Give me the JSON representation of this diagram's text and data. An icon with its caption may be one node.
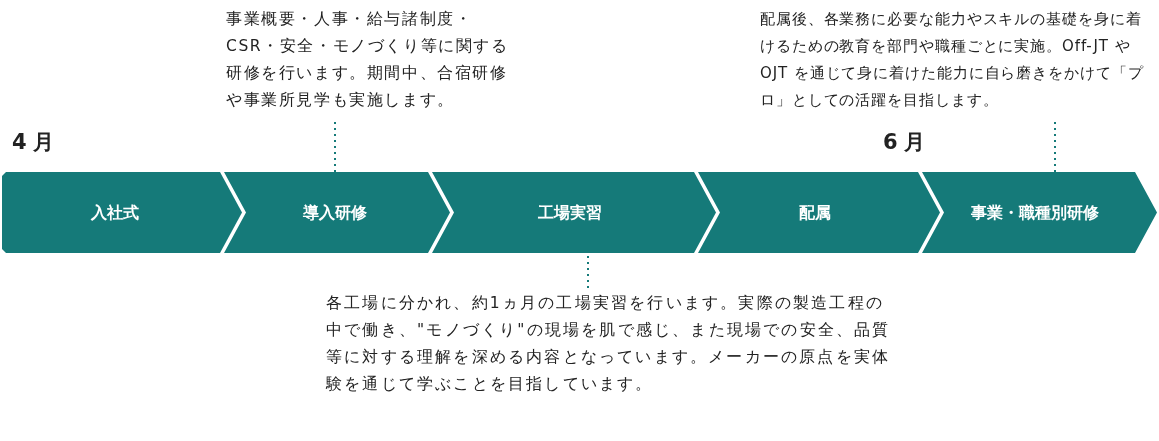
{
  "diagram": {
    "nodes": [
      {
        "text": [
          "入社式"
        ]
      },
      {
        "text": [
          "導入研修"
        ]
      },
      {
        "text": [
          "工場実習"
        ]
      },
      {
        "text": [
          "配属"
        ]
      },
      {
        "text": [
          "事業・職種別研修"
        ]
      },
      {
        "text": [
          "事業概要・人事・給与諸制度・CSR・安全・モノづくり等に関する研修を行います。期間中、合宿研修や事業所見学も実施します。"
        ]
      },
      {
        "text": [
          "配属後、各業務に必要な能力やスキルの基礎を身に着けるための教育を部門や職種ごとに実施。Off-JT や OJT を通じて身に着けた能力に自ら磨きをかけて「プロ」としての活躍を目指します。"
        ]
      },
      {
        "text": [
          "各工場に分かれ、約1ヵ月の工場実習を行います。実際の製造工程の中で働き、\"モノづくり\"の現場を肌で感じ、また現場での安全、品質等に対する理解を深める内容となっています。メーカーの原点を実体験を通じて学ぶことを目指しています。"
        ]
      }
    ],
    "edges": [
      {
        "from": 5,
        "to": 1,
        "arrow": "none",
        "style": "dashed"
      },
      {
        "from": 6,
        "to": 4,
        "arrow": "none",
        "style": "dashed"
      },
      {
        "from": 7,
        "to": 2,
        "arrow": "none",
        "style": "dashed"
      }
    ],
    "labels": [
      "4月",
      "6月"
    ]
  }
}
